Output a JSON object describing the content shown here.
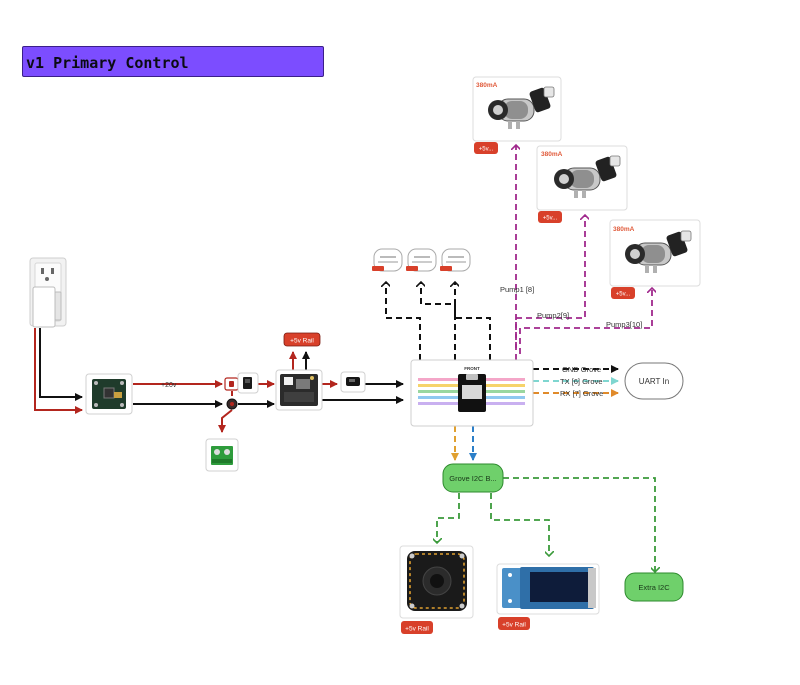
{
  "title": "v1 Primary Control",
  "colors": {
    "title_bg": "#7c4dff",
    "power_red": "#b3261e",
    "black_line": "#111111",
    "pump_purple": "#a0288c",
    "i2c_green": "#3a9a3a",
    "grove_fill": "#6fd06b",
    "tx_cyan": "#7fd6d0",
    "rx_orange": "#e08a2a",
    "sda_yellow": "#e0a030",
    "scl_blue": "#2c7fc8",
    "badge_red": "#d8402a"
  },
  "labels": {
    "voltage_20v": "+20v",
    "rail_top": "+5v Rail",
    "rail_display": "+5v Rail",
    "rail_knob": "+5v Rail",
    "pump1_line": "Pump1 [8]",
    "pump2_line": "Pump2[9]",
    "pump3_line": "Pump3[10]",
    "gnd_grove": "GND Grove",
    "tx_grove": "TX [6] Grove",
    "rx_grove": "RX [7] Grove",
    "uart_in": "UART In",
    "grove_i2c_bus": "Grove I2C B...",
    "extra_i2c": "Extra I2C",
    "mcu_front": "FRONT"
  },
  "pumps": [
    {
      "current": "380mA",
      "badge": "+5v..."
    },
    {
      "current": "380mA",
      "badge": "+5v..."
    },
    {
      "current": "380mA",
      "badge": "+5v..."
    }
  ]
}
